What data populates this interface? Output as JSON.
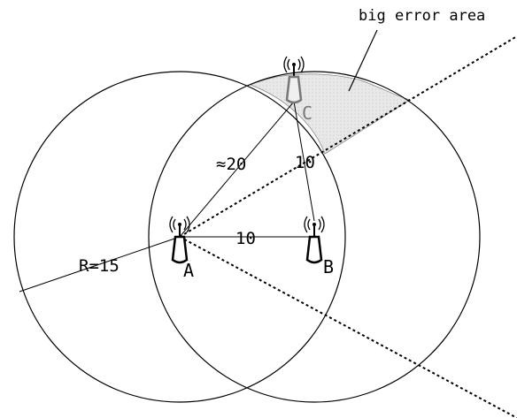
{
  "labels": {
    "big_error_area": "big error area",
    "radius": "R=15",
    "distance_ac": "≈20",
    "distance_cb": "10",
    "distance_ab": "10"
  },
  "nodes": {
    "a": "A",
    "b": "B",
    "c": "C"
  },
  "icons": {
    "access_point": "antenna-icon"
  },
  "colors": {
    "stroke": "#000000",
    "error_area_fill": "#dddddd",
    "node_c": "#777777"
  }
}
